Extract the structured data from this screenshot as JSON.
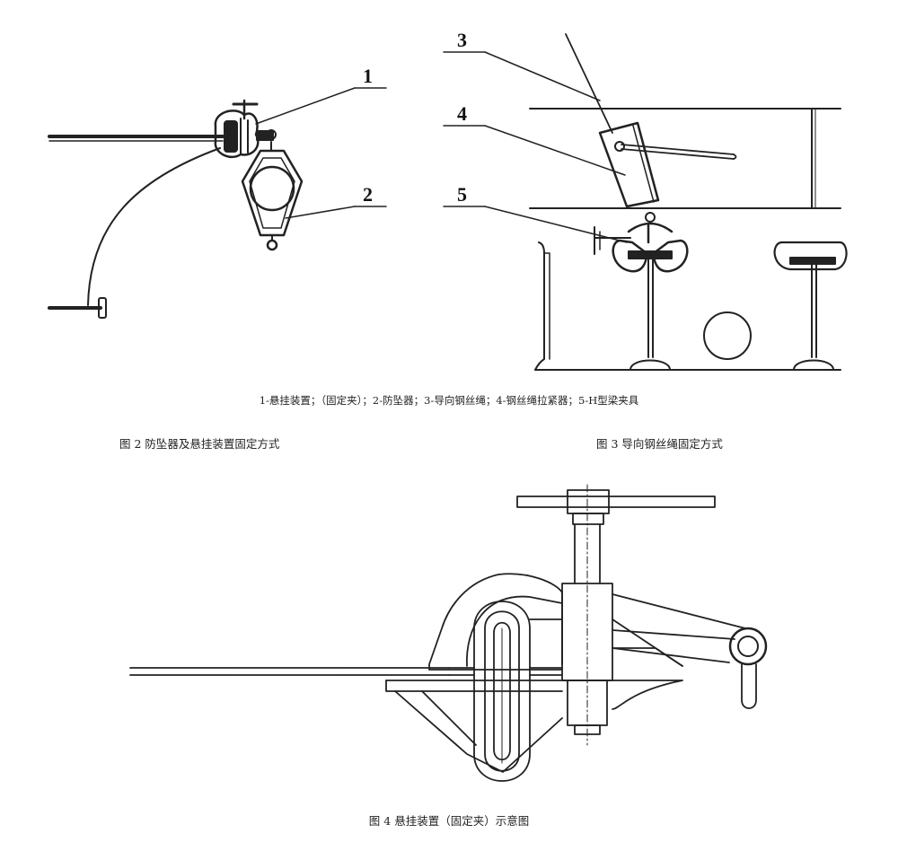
{
  "figure2": {
    "caption": "图 2  防坠器及悬挂装置固定方式",
    "callouts": [
      "1",
      "2"
    ]
  },
  "figure3": {
    "caption": "图 3 导向钢丝绳固定方式",
    "callouts": [
      "3",
      "4",
      "5"
    ]
  },
  "legend": "1-悬挂装置；（固定夹）；2-防坠器；3-导向钢丝绳；4-钢丝绳拉紧器；5-H型梁夹具",
  "figure4": {
    "caption": "图 4 悬挂装置（固定夹）示意图"
  },
  "colors": {
    "line": "#222222",
    "background": "#ffffff"
  }
}
